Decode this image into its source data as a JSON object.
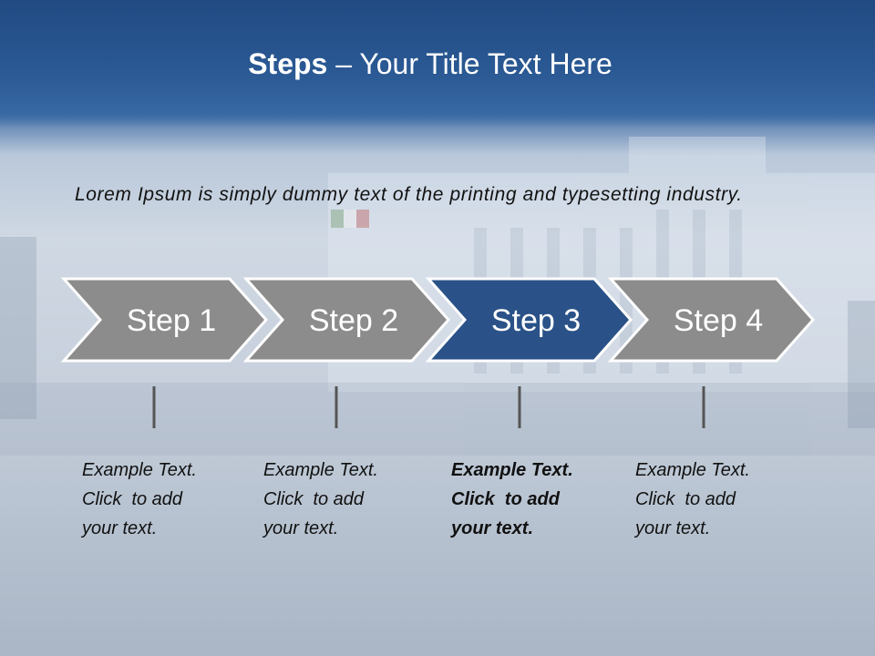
{
  "slide": {
    "title_bold": "Steps",
    "title_rest": " – Your Title Text Here",
    "intro": "Lorem Ipsum is simply dummy text of the printing and typesetting industry."
  },
  "colors": {
    "header": "#2b5a95",
    "step_gray": "#8c8c8c",
    "step_active": "#2a5288",
    "connector": "#555555"
  },
  "steps": [
    {
      "label": "Step 1",
      "active": false,
      "text": [
        "Example Text.",
        "Click  to add",
        "your text."
      ]
    },
    {
      "label": "Step 2",
      "active": false,
      "text": [
        "Example Text.",
        "Click  to add",
        "your text."
      ]
    },
    {
      "label": "Step 3",
      "active": true,
      "text": [
        "Example Text.",
        "Click  to add",
        "your text."
      ]
    },
    {
      "label": "Step 4",
      "active": false,
      "text": [
        "Example Text.",
        "Click  to add",
        "your text."
      ]
    }
  ]
}
